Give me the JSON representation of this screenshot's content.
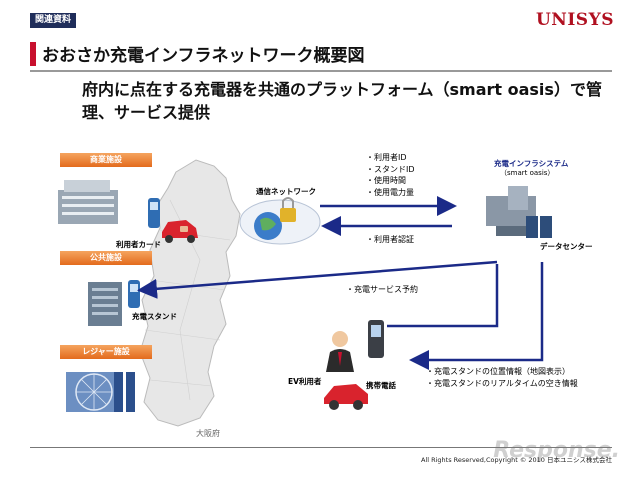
{
  "header": {
    "tag": "関連資料",
    "logo": "UNISYS",
    "title": "おおさか充電インフラネットワーク概要図",
    "subtitle": "府内に点在する充電器を共通のプラットフォーム（smart oasis）で管理、サービス提供"
  },
  "categories": {
    "commercial": "商業施設",
    "public": "公共施設",
    "leisure": "レジャー施設"
  },
  "labels": {
    "user_card": "利用者カード",
    "charging_stand": "充電スタンド",
    "network": "通信ネットワーク",
    "system_title": "充電インフラシステム",
    "system_sub": "（smart oasis）",
    "data_center": "データセンター",
    "ev_user": "EV利用者",
    "mobile_phone": "携帯電話",
    "osaka": "大阪府"
  },
  "flows": {
    "upload": [
      "・利用者ID",
      "・スタンドID",
      "・使用時間",
      "・使用電力量"
    ],
    "auth": "・利用者認証",
    "reservation": "・充電サービス予約",
    "info": [
      "・充電スタンドの位置情報（地図表示）",
      "・充電スタンドのリアルタイムの空き情報"
    ]
  },
  "footer": {
    "copyright": "All Rights Reserved,Copyright © 2010 日本ユニシス株式会社",
    "watermark": "Response."
  },
  "colors": {
    "arrow": "#1b2a88",
    "category": "#ee7d2d",
    "accent": "#c8102e"
  }
}
